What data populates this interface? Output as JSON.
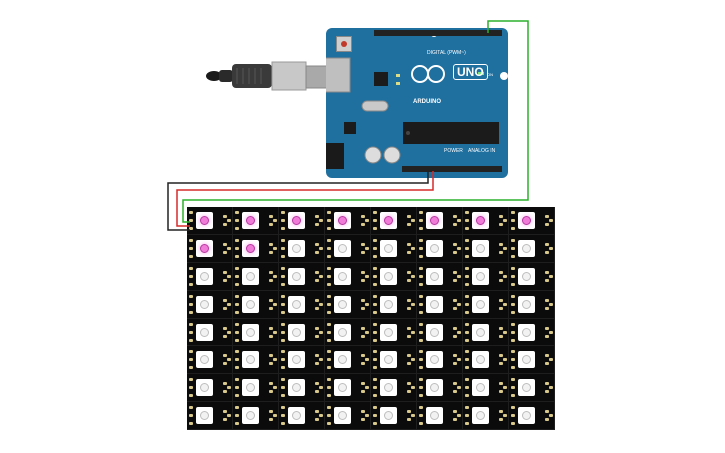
{
  "scene": {
    "board": {
      "digital_label": "DIGITAL (PWM~)",
      "brand_label": "ARDUINO",
      "model_label": "UNO",
      "power_label": "POWER",
      "analog_label": "ANALOG IN",
      "on_label": "ON",
      "board_color": "#1f6f9f",
      "header_color": "#222222",
      "chip_color": "#1b1b1b"
    },
    "wires": {
      "data_color": "#2bb02b",
      "power_color": "#d62a2a",
      "ground_color": "#222222"
    },
    "matrix": {
      "columns": 8,
      "rows": 8,
      "lit_color": "#f07ad8",
      "lit_pixels": [
        [
          0,
          0
        ],
        [
          0,
          1
        ],
        [
          0,
          2
        ],
        [
          0,
          3
        ],
        [
          0,
          4
        ],
        [
          0,
          5
        ],
        [
          0,
          6
        ],
        [
          0,
          7
        ],
        [
          1,
          0
        ],
        [
          1,
          1
        ]
      ]
    }
  }
}
